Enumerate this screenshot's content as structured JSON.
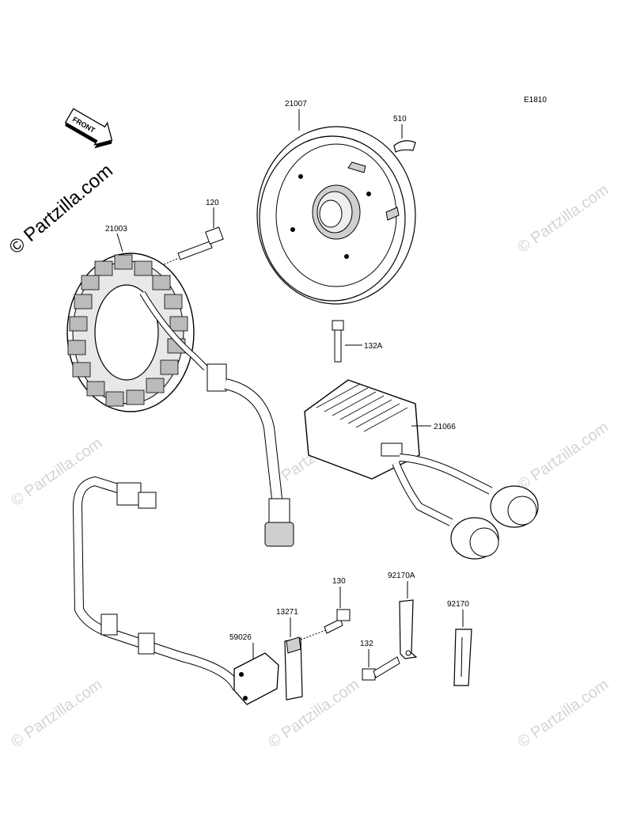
{
  "diagram_code": "E1810",
  "front_label": "FRONT",
  "brand_watermark": "© Partzilla.com",
  "watermark_text": "© Partzilla.com",
  "parts": {
    "flywheel": "21007",
    "key": "510",
    "bolt_120": "120",
    "stator": "21003",
    "bolt_132a": "132A",
    "regulator": "21066",
    "bolt_130": "130",
    "bracket_92170a": "92170A",
    "clamp_13271": "13271",
    "pickup_coil": "59026",
    "bolt_132": "132",
    "clamp_92170": "92170"
  }
}
